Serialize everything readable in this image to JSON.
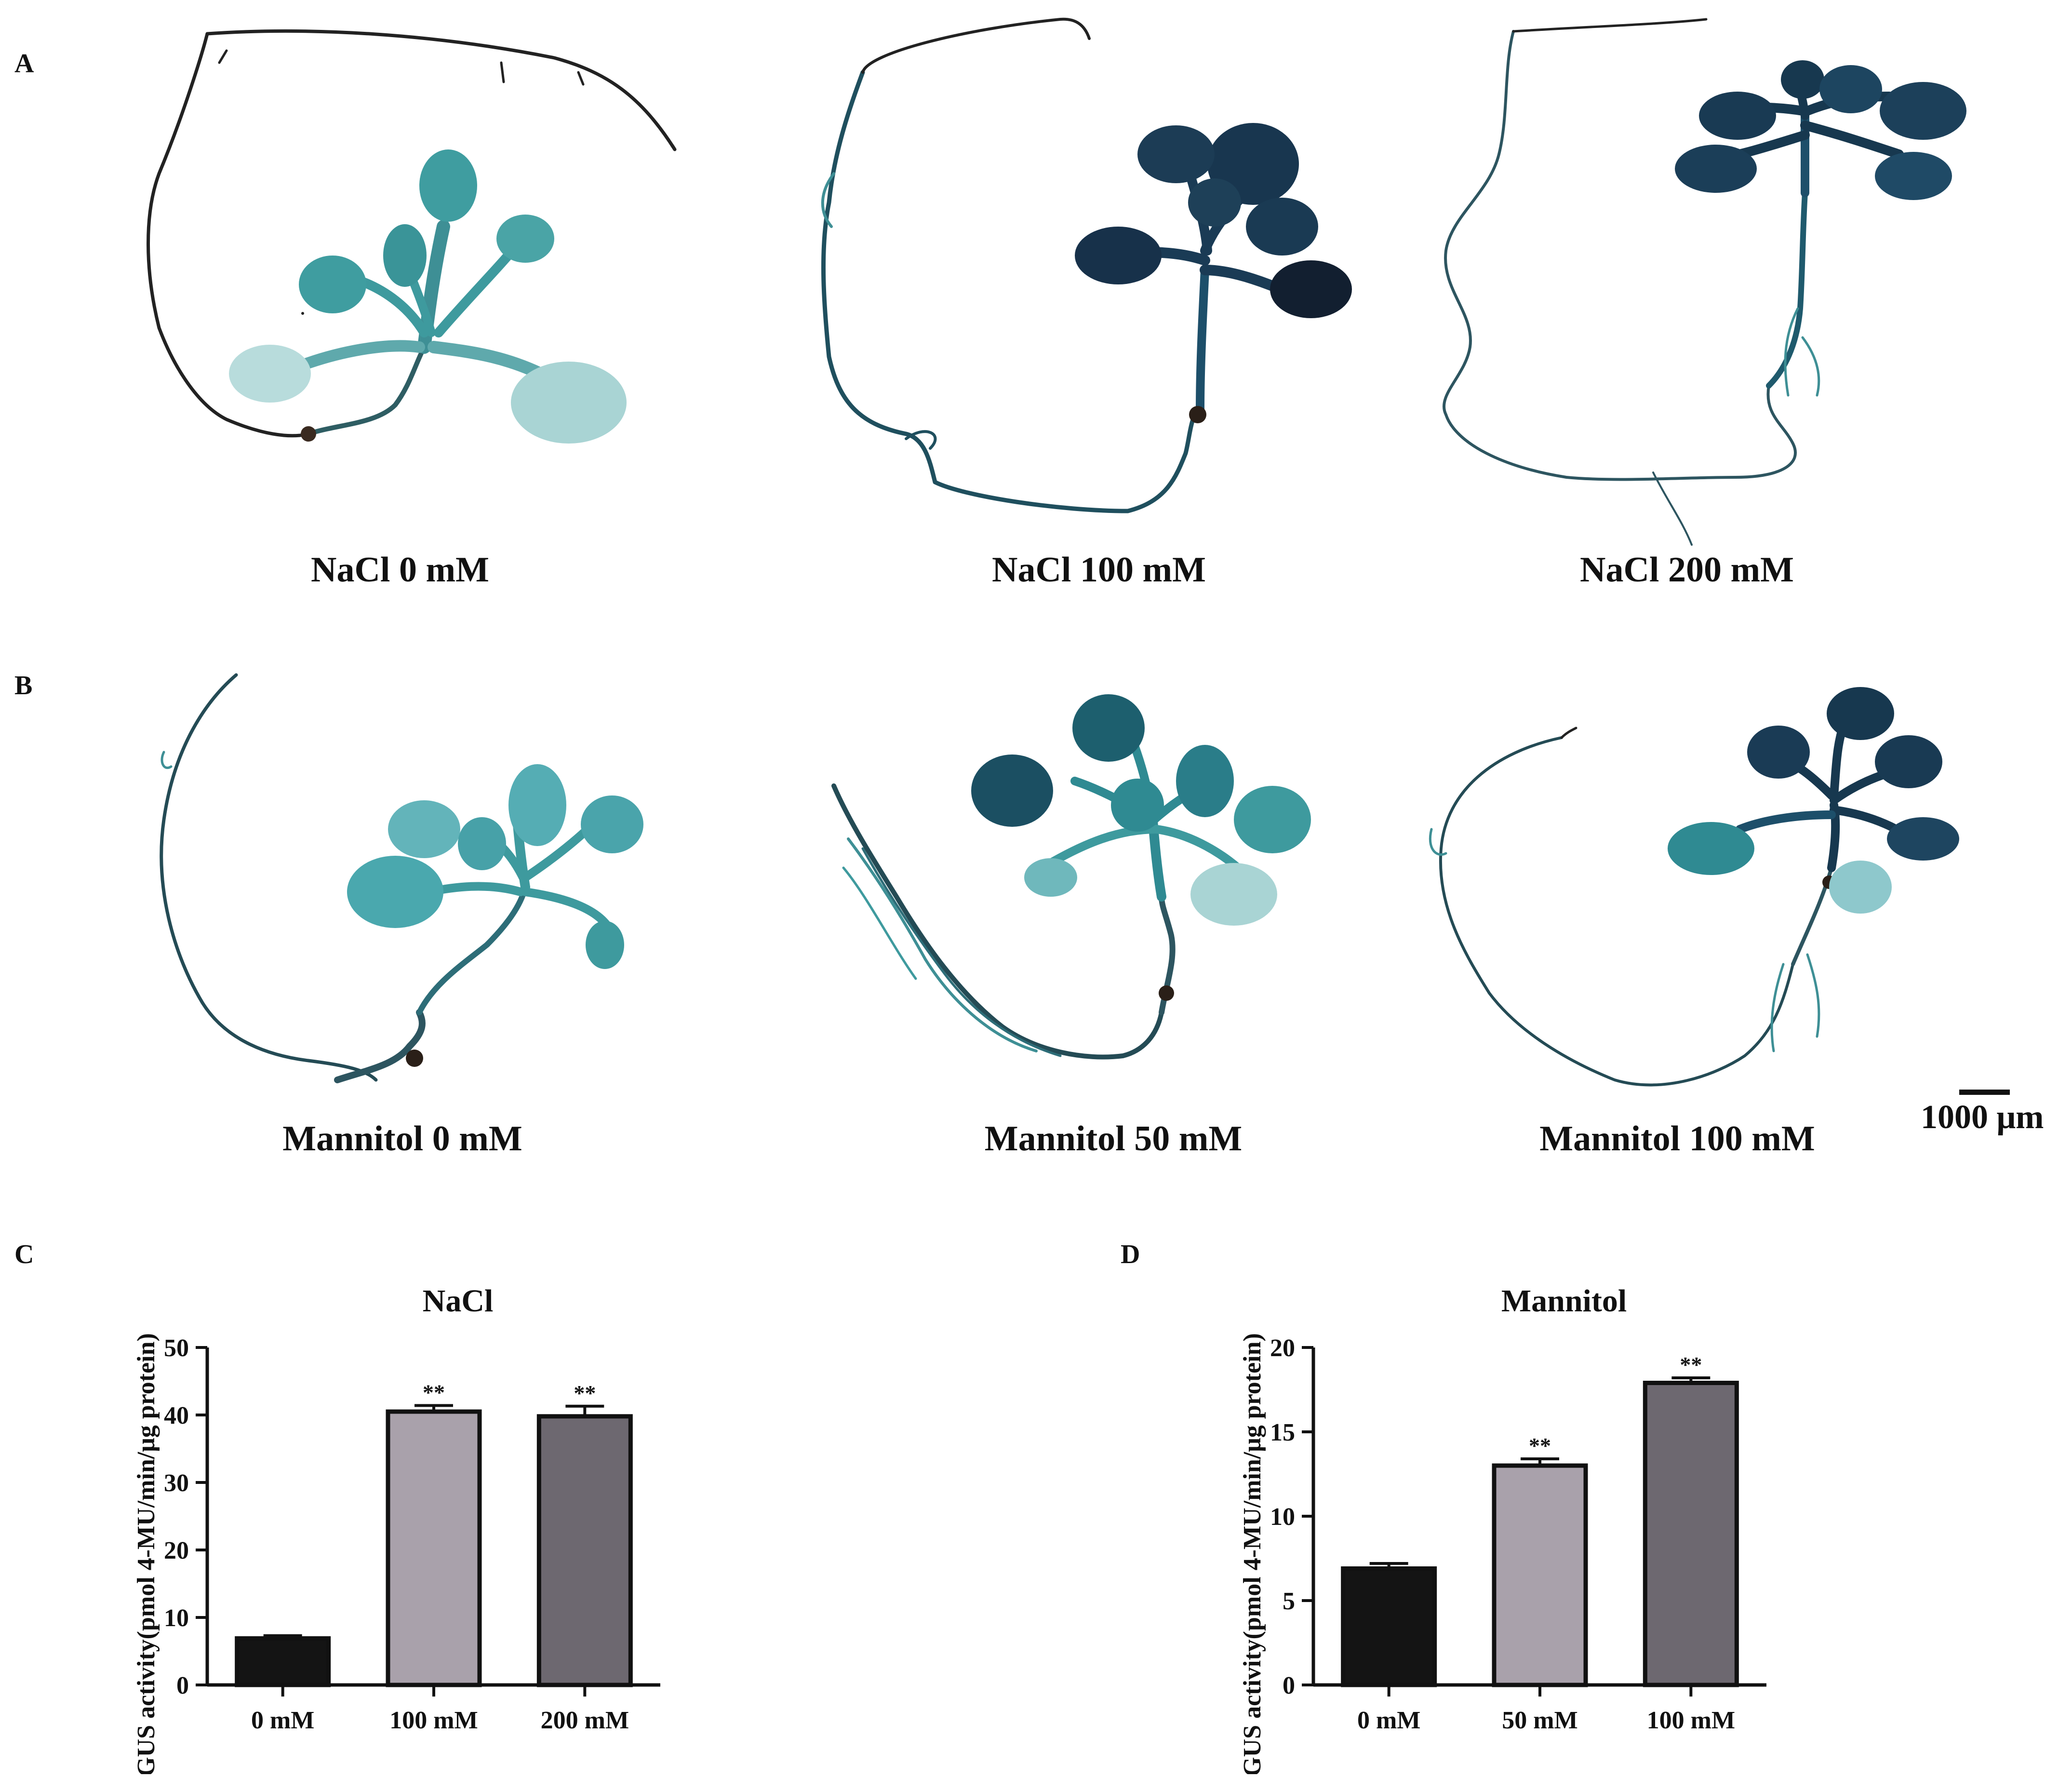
{
  "figure": {
    "panel_a": "A",
    "panel_b": "B",
    "panel_c": "C",
    "panel_d": "D",
    "row_a_labels": [
      "NaCl 0 mM",
      "NaCl 100 mM",
      "NaCl 200 mM"
    ],
    "row_b_labels": [
      "Mannitol 0 mM",
      "Mannitol 50 mM",
      "Mannitol 100 mM"
    ],
    "scale_bar": "1000 μm",
    "colors": {
      "stain_light": "#3e9a9e",
      "stain_medium": "#1f6f7e",
      "stain_dark": "#17384f",
      "root": "#24414b",
      "bar_0mM": "#141414",
      "bar_mid": "#a9a1ab",
      "bar_high": "#6d6870"
    }
  },
  "chart_data": [
    {
      "type": "bar",
      "panel": "C",
      "title": "NaCl",
      "ylabel": "GUS activity(pmol 4-MU/min/μg protein)",
      "xlabel": "",
      "categories": [
        "0 mM",
        "100 mM",
        "200 mM"
      ],
      "values": [
        6.9,
        40.5,
        39.8
      ],
      "errors": [
        0.4,
        0.9,
        1.5
      ],
      "significance": [
        "",
        "**",
        "**"
      ],
      "ylim": [
        0,
        50
      ],
      "yticks": [
        0,
        10,
        20,
        30,
        40,
        50
      ],
      "grid": false,
      "legend": "none"
    },
    {
      "type": "bar",
      "panel": "D",
      "title": "Mannitol",
      "ylabel": "GUS activity(pmol 4-MU/min/μg protein)",
      "xlabel": "",
      "categories": [
        "0 mM",
        "50 mM",
        "100 mM"
      ],
      "values": [
        6.9,
        13.0,
        17.9
      ],
      "errors": [
        0.3,
        0.4,
        0.3
      ],
      "significance": [
        "",
        "**",
        "**"
      ],
      "ylim": [
        0,
        20
      ],
      "yticks": [
        0,
        5,
        10,
        15,
        20
      ],
      "grid": false,
      "legend": "none"
    }
  ]
}
